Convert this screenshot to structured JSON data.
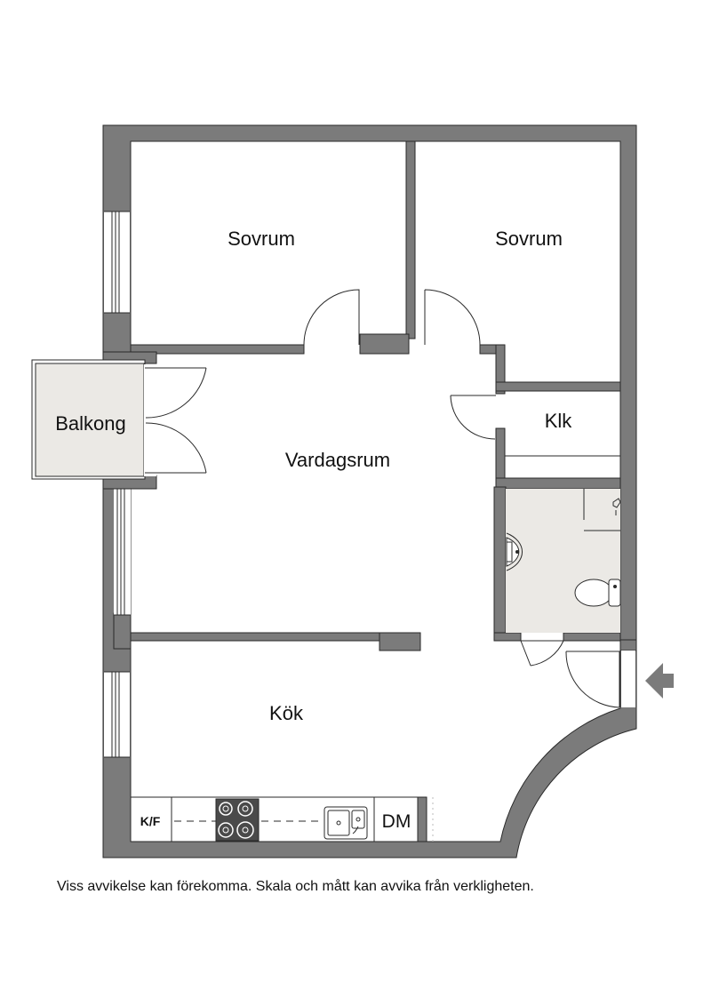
{
  "colors": {
    "wall": "#7b7b7b",
    "wall_edge": "#2a2a2a",
    "floor": "#ffffff",
    "balcony_floor": "#ebe9e5",
    "bathroom_floor": "#ebe9e5",
    "stove": "#4a4a4a"
  },
  "rooms": {
    "sovrum_left": "Sovrum",
    "sovrum_right": "Sovrum",
    "balkong": "Balkong",
    "vardagsrum": "Vardagsrum",
    "klk": "Klk",
    "kok": "Kök"
  },
  "kitchen": {
    "fridge_freezer": "K/F",
    "dishwasher": "DM"
  },
  "icons": [
    "entrance-arrow-icon",
    "stove-icon",
    "sink-icon",
    "toilet-icon",
    "washbasin-icon",
    "door-swing-icon",
    "window-icon"
  ],
  "disclaimer": "Viss avvikelse kan förekomma. Skala och mått kan avvika från verkligheten."
}
